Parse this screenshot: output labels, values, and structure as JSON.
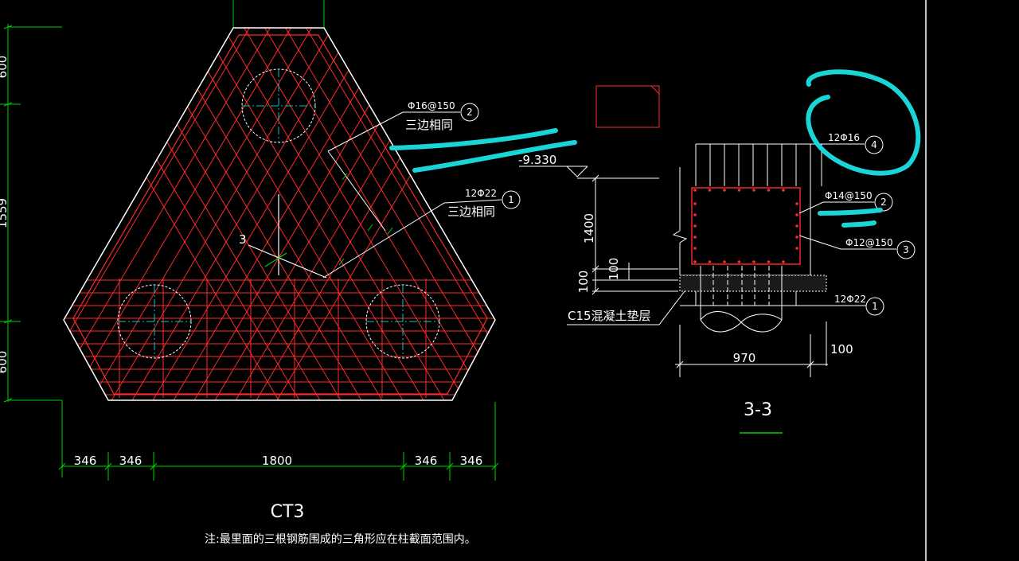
{
  "drawing": {
    "plan": {
      "title": "CT3",
      "note": "注:最里面的三根钢筋围成的三角形应在柱截面范围内。",
      "section_mark": "3",
      "left_dims": [
        "600",
        "1559",
        "600"
      ],
      "bottom_dims": [
        "346",
        "346",
        "1800",
        "346",
        "346"
      ],
      "callout_top": {
        "spec": "Φ16@150",
        "desc": "三边相同",
        "tag": "2"
      },
      "callout_bottom": {
        "spec": "12Φ22",
        "desc": "三边相同",
        "tag": "1"
      }
    },
    "section": {
      "title": "3-3",
      "elevation": "-9.330",
      "height_dims": [
        "1400",
        "100",
        "100"
      ],
      "width_dim": "970",
      "side_dim": "100",
      "concrete_layer": "C15混凝土垫层",
      "rebar": [
        {
          "spec": "12Φ16",
          "tag": "4"
        },
        {
          "spec": "Φ14@150",
          "tag": "2"
        },
        {
          "spec": "Φ12@150",
          "tag": "3"
        },
        {
          "spec": "12Φ22",
          "tag": "1"
        }
      ]
    },
    "colors": {
      "background": "#000000",
      "outline": "#ffffff",
      "rebar": "#ff2a2a",
      "dimension": "#00d000",
      "centerline": "#00c8c8",
      "highlight": "#1ad4d6"
    }
  }
}
